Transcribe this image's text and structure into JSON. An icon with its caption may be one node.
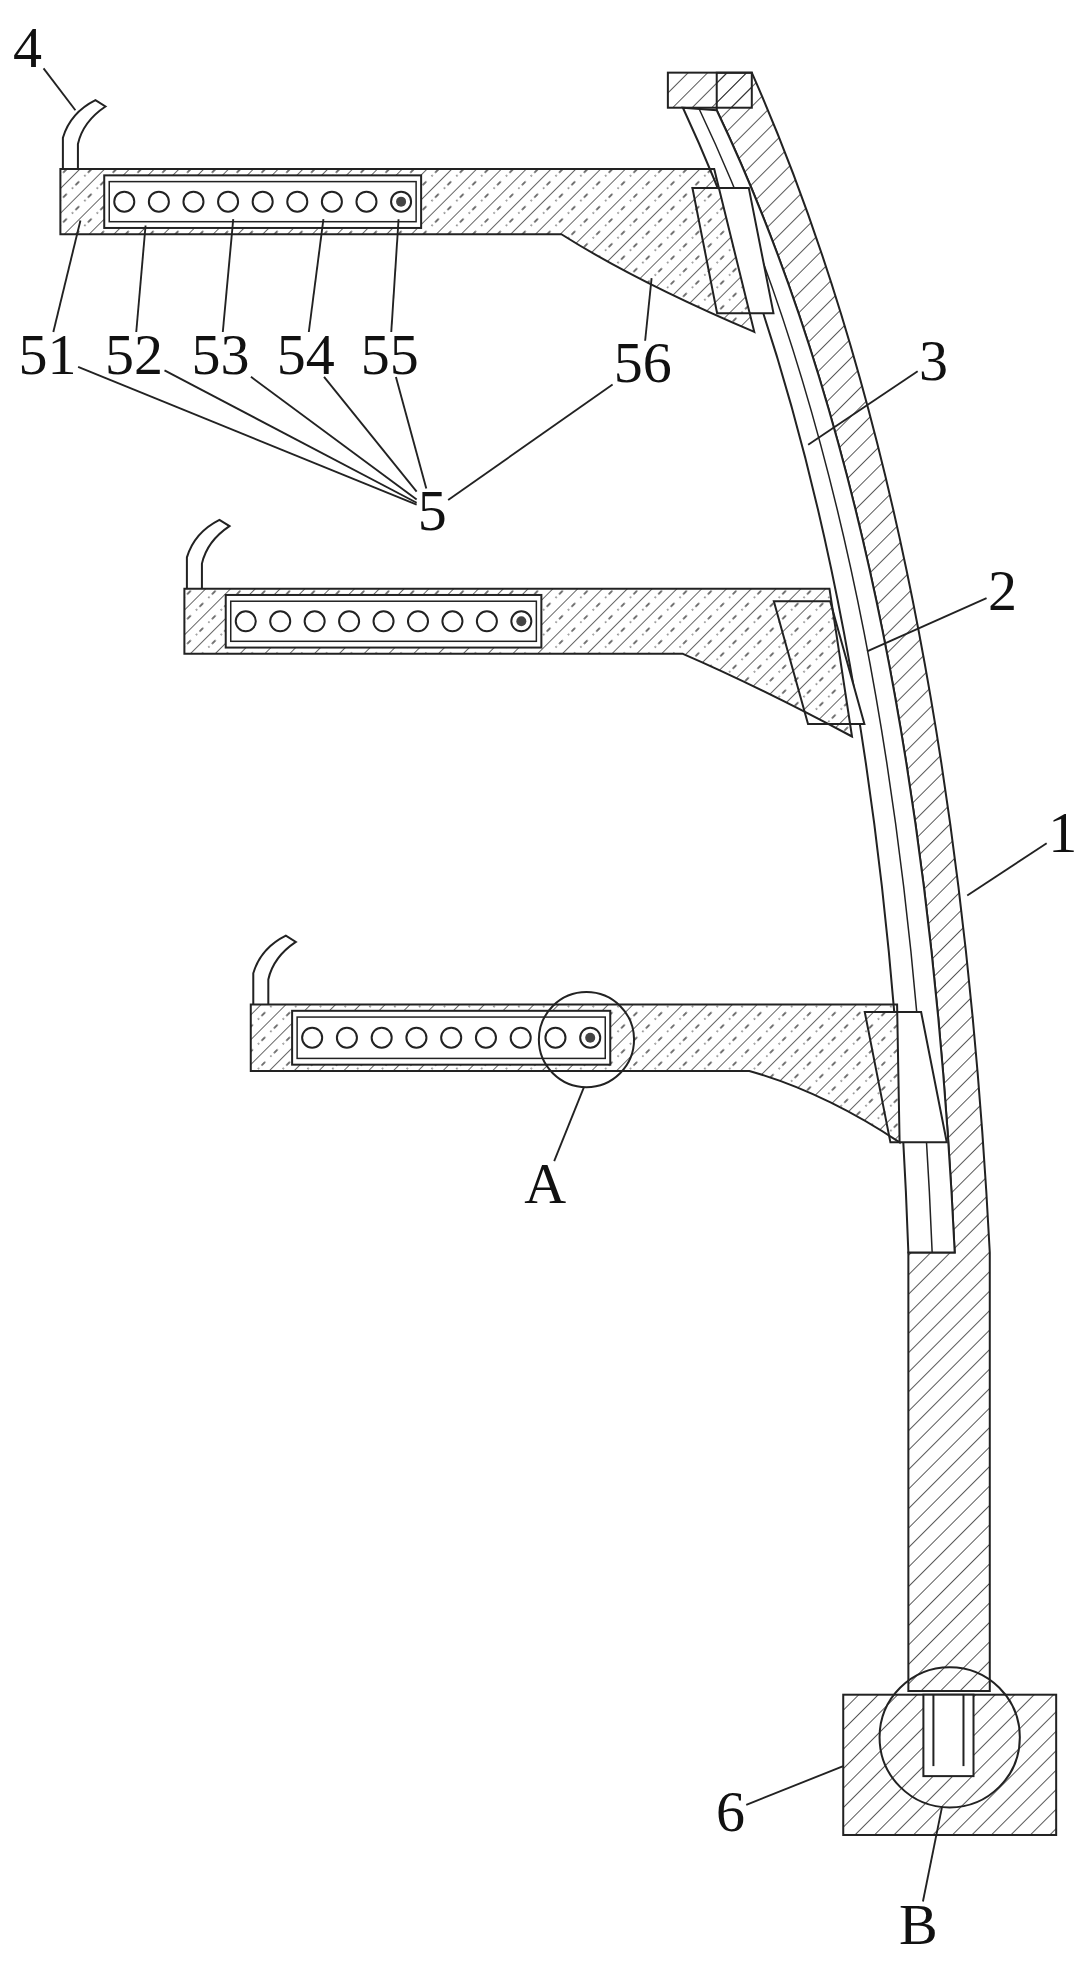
{
  "diagram": {
    "nodes": [
      {
        "text": [
          "4"
        ]
      },
      {
        "text": [
          "51"
        ]
      },
      {
        "text": [
          "52"
        ]
      },
      {
        "text": [
          "53"
        ]
      },
      {
        "text": [
          "54"
        ]
      },
      {
        "text": [
          "55"
        ]
      },
      {
        "text": [
          "56"
        ]
      },
      {
        "text": [
          "3"
        ]
      },
      {
        "text": [
          "5"
        ]
      },
      {
        "text": [
          "2"
        ]
      },
      {
        "text": [
          "1"
        ]
      },
      {
        "text": [
          "A"
        ]
      },
      {
        "text": [
          "6"
        ]
      },
      {
        "text": [
          "B"
        ]
      }
    ],
    "edges": [
      {
        "from": 0,
        "to": null,
        "arrow": "none"
      },
      {
        "from": 1,
        "to": null,
        "arrow": "none"
      },
      {
        "from": 2,
        "to": null,
        "arrow": "none"
      },
      {
        "from": 3,
        "to": null,
        "arrow": "none"
      },
      {
        "from": 4,
        "to": null,
        "arrow": "none"
      },
      {
        "from": 5,
        "to": null,
        "arrow": "none"
      },
      {
        "from": 6,
        "to": null,
        "arrow": "none"
      },
      {
        "from": 8,
        "to": 1,
        "arrow": "none"
      },
      {
        "from": 8,
        "to": 2,
        "arrow": "none"
      },
      {
        "from": 8,
        "to": 3,
        "arrow": "none"
      },
      {
        "from": 8,
        "to": 4,
        "arrow": "none"
      },
      {
        "from": 8,
        "to": 5,
        "arrow": "none"
      },
      {
        "from": 8,
        "to": 6,
        "arrow": "none"
      },
      {
        "from": 7,
        "to": null,
        "arrow": "none"
      },
      {
        "from": 9,
        "to": null,
        "arrow": "none"
      },
      {
        "from": 10,
        "to": null,
        "arrow": "none"
      },
      {
        "from": 11,
        "to": null,
        "arrow": "none"
      },
      {
        "from": 12,
        "to": null,
        "arrow": "none"
      },
      {
        "from": 13,
        "to": null,
        "arrow": "none"
      }
    ]
  }
}
